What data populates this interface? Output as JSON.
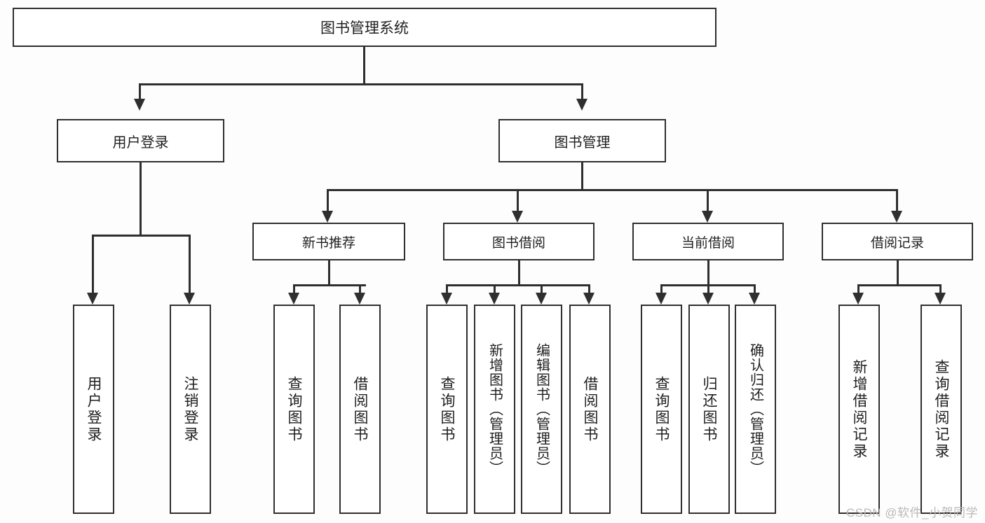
{
  "diagram": {
    "title": "图书管理系统",
    "type": "tree",
    "watermark": "CSDN @软件_小贺同学",
    "accent_color": "#2f2f2f",
    "background_color": "#fdfdfd",
    "root": {
      "label": "图书管理系统"
    },
    "level1": [
      {
        "label": "用户登录"
      },
      {
        "label": "图书管理"
      }
    ],
    "level2": [
      {
        "label": "新书推荐"
      },
      {
        "label": "图书借阅"
      },
      {
        "label": "当前借阅"
      },
      {
        "label": "借阅记录"
      }
    ],
    "leaves": {
      "user_login": [
        {
          "label": "用户登录"
        },
        {
          "label": "注销登录"
        }
      ],
      "new_book_recommend": [
        {
          "label": "查询图书"
        },
        {
          "label": "借阅图书"
        }
      ],
      "book_borrow": [
        {
          "label": "查询图书"
        },
        {
          "label": "新增图书（管理员）"
        },
        {
          "label": "编辑图书（管理员）"
        },
        {
          "label": "借阅图书"
        }
      ],
      "current_borrow": [
        {
          "label": "查询图书"
        },
        {
          "label": "归还图书"
        },
        {
          "label": "确认归还（管理员）"
        }
      ],
      "borrow_record": [
        {
          "label": "新增借阅记录"
        },
        {
          "label": "查询借阅记录"
        }
      ]
    }
  }
}
